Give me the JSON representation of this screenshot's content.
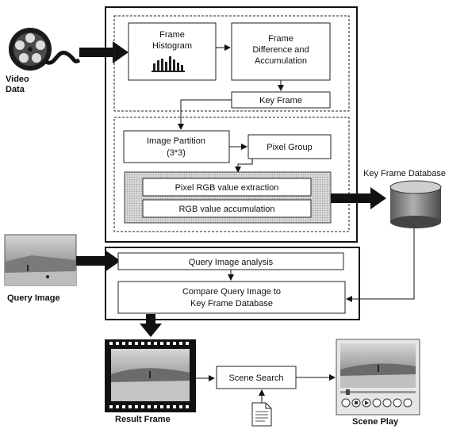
{
  "inputs": {
    "video_label_line1": "Video",
    "video_label_line2": "Data",
    "query_image_label": "Query Image"
  },
  "extraction": {
    "frame_histogram_line1": "Frame",
    "frame_histogram_line2": "Histogram",
    "frame_difference_line1": "Frame",
    "frame_difference_line2": "Difference and",
    "frame_difference_line3": "Accumulation",
    "key_frame": "Key Frame",
    "image_partition_line1": "Image Partition",
    "image_partition_line2": "(3*3)",
    "pixel_group": "Pixel Group",
    "pixel_rgb_extraction": "Pixel RGB value extraction",
    "rgb_accumulation": "RGB value accumulation"
  },
  "database": {
    "label": "Key Frame Database"
  },
  "query": {
    "analysis": "Query Image analysis",
    "compare_line1": "Compare Query Image to",
    "compare_line2": "Key Frame Database"
  },
  "output": {
    "result_frame_label": "Result Frame",
    "scene_search": "Scene Search",
    "scene_play_label": "Scene Play"
  },
  "icons": [
    "film-reel-icon",
    "histogram-icon",
    "database-cylinder-icon",
    "document-icon",
    "film-strip-icon",
    "media-controls-icon"
  ]
}
